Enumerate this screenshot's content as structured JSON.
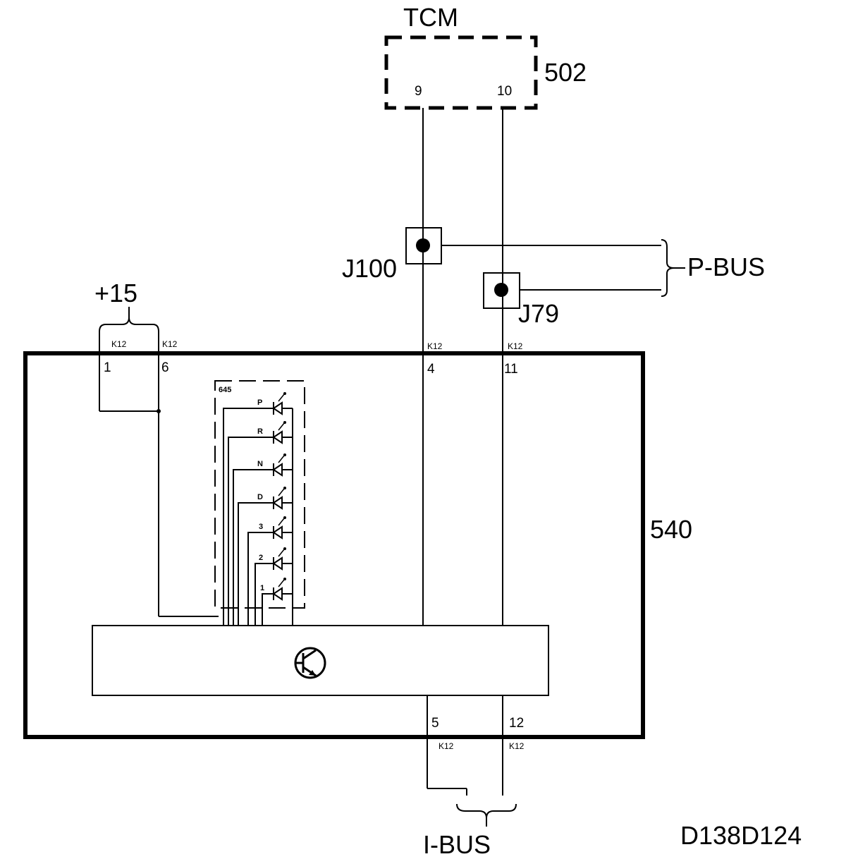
{
  "tcm": {
    "label": "TCM",
    "ref": "502",
    "pins": [
      "9",
      "10"
    ]
  },
  "module": {
    "ref": "540"
  },
  "splices": {
    "j100": "J100",
    "j79": "J79"
  },
  "buses": {
    "p_bus": "P-BUS",
    "i_bus": "I-BUS"
  },
  "supply": {
    "label": "+15"
  },
  "connectors": {
    "top": [
      {
        "connector": "K12",
        "pin": "1"
      },
      {
        "connector": "K12",
        "pin": "6"
      },
      {
        "connector": "K12",
        "pin": "4"
      },
      {
        "connector": "K12",
        "pin": "11"
      }
    ],
    "bottom": [
      {
        "connector": "K12",
        "pin": "5"
      },
      {
        "connector": "K12",
        "pin": "12"
      }
    ]
  },
  "display": {
    "ref": "645",
    "leds": [
      "P",
      "R",
      "N",
      "D",
      "3",
      "2",
      "1"
    ]
  },
  "figure_id": "D138D124"
}
